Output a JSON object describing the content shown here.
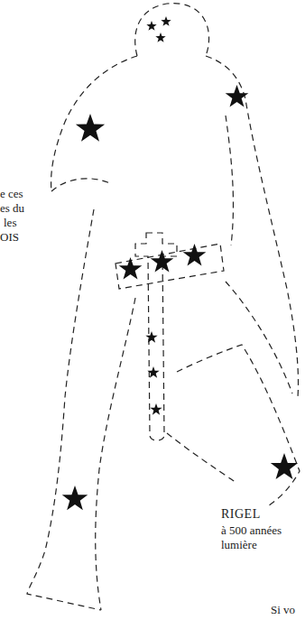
{
  "diagram": {
    "labels": [
      "e ces",
      "es du",
      "les",
      "OIS",
      "RIGEL",
      "à 500 années lumière",
      "Si vo"
    ]
  }
}
